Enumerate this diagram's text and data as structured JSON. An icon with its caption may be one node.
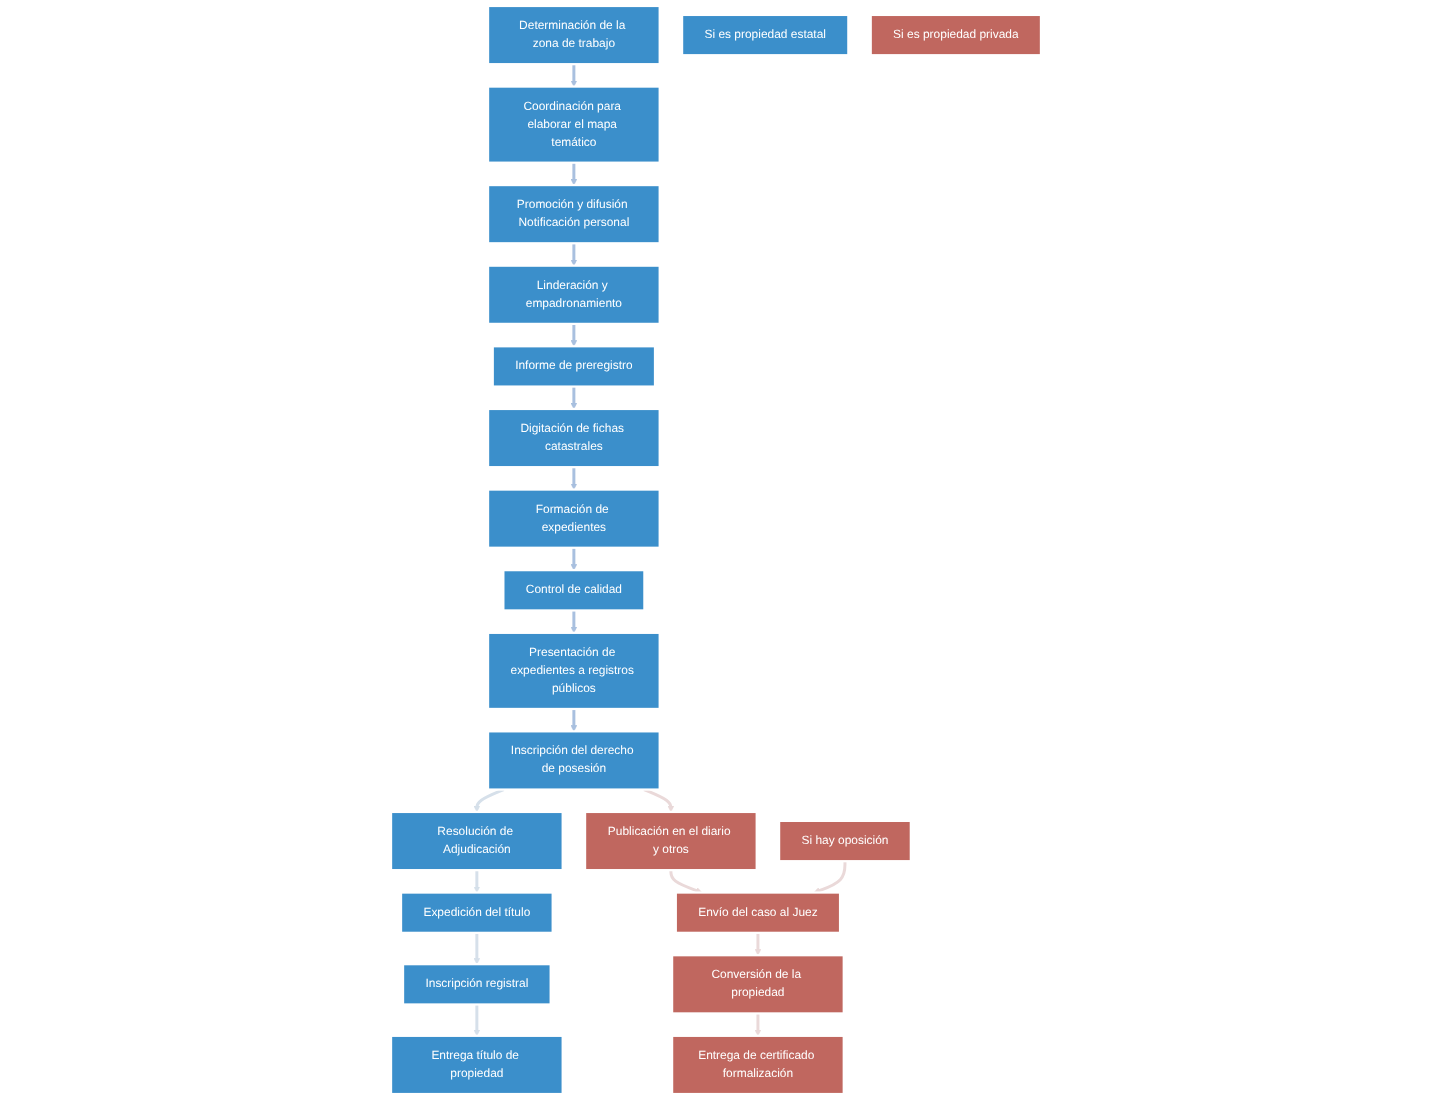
{
  "diagram": {
    "nodes": [
      {
        "text": [
          "Determinación de la zona de trabajo"
        ]
      },
      {
        "text": [
          "Coordinación para elaborar el mapa temático"
        ]
      },
      {
        "text": [
          "Promoción y difusión Notificación personal"
        ]
      },
      {
        "text": [
          "Digitación de fichas catastrales"
        ]
      },
      {
        "text": [
          "Informe de preregistro"
        ]
      },
      {
        "text": [
          "Linderación y empadronamiento"
        ]
      },
      {
        "text": [
          "Formación de expedientes"
        ]
      },
      {
        "text": [
          "Control de calidad"
        ]
      },
      {
        "text": [
          "Presentación de expedientes a registros públicos"
        ]
      },
      {
        "text": [
          "Entrega título de propiedad"
        ]
      },
      {
        "text": [
          "Inscripción registral"
        ]
      },
      {
        "text": [
          "Expedición del título"
        ]
      },
      {
        "text": [
          "Resolución de Adjudicación"
        ]
      },
      {
        "text": [
          "Inscripción del derecho de posesión"
        ]
      },
      {
        "text": [
          "Si hay oposición"
        ]
      },
      {
        "text": [
          "Entrega de certificado formalización"
        ]
      },
      {
        "text": [
          "Conversión de la propiedad"
        ]
      },
      {
        "text": [
          "Envío del caso al Juez"
        ]
      },
      {
        "text": [
          "Publicación en el diario y otros"
        ]
      },
      {
        "text": [
          "Si es propiedad estatal"
        ]
      },
      {
        "text": [
          "Si es propiedad privada"
        ]
      }
    ],
    "edges": [
      {
        "from": 0,
        "to": 1,
        "arrow": "to"
      },
      {
        "from": 1,
        "to": 2,
        "arrow": "to"
      },
      {
        "from": 2,
        "to": 5,
        "arrow": "to"
      },
      {
        "from": 5,
        "to": 4,
        "arrow": "to"
      },
      {
        "from": 4,
        "to": 3,
        "arrow": "to"
      },
      {
        "from": 3,
        "to": 6,
        "arrow": "to"
      },
      {
        "from": 6,
        "to": 7,
        "arrow": "to"
      },
      {
        "from": 7,
        "to": 8,
        "arrow": "to"
      },
      {
        "from": 8,
        "to": 13,
        "arrow": "to"
      },
      {
        "from": 13,
        "to": 12,
        "arrow": "to",
        "color": "#d6e0ea"
      },
      {
        "from": 12,
        "to": 11,
        "arrow": "to",
        "color": "#d6e0ea"
      },
      {
        "from": 11,
        "to": 10,
        "arrow": "to",
        "color": "#d6e0ea"
      },
      {
        "from": 10,
        "to": 9,
        "arrow": "to",
        "color": "#d6e0ea"
      },
      {
        "from": 13,
        "to": 18,
        "arrow": "to",
        "color": "#ead9d9"
      },
      {
        "from": 18,
        "to": 17,
        "arrow": "to",
        "color": "#ead9d9"
      },
      {
        "from": 17,
        "to": 16,
        "arrow": "to",
        "color": "#ead9d9"
      },
      {
        "from": 16,
        "to": 15,
        "arrow": "to",
        "color": "#ead9d9"
      },
      {
        "from": 14,
        "to": 17,
        "arrow": "to",
        "color": "#ead9d9"
      }
    ]
  }
}
